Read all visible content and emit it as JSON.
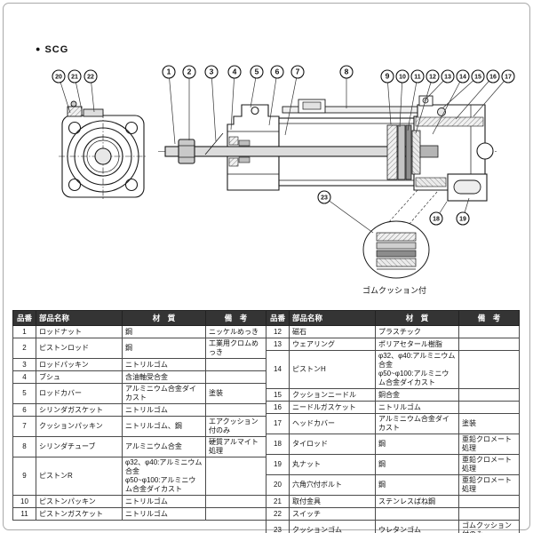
{
  "page": {
    "series_bullet": "●",
    "series_label": "SCG"
  },
  "colors": {
    "line": "#1a1a1a",
    "table_header_bg": "#343434",
    "table_header_text": "#ffffff",
    "metal_fill": "#dcdcdc"
  },
  "diagram": {
    "detail_caption": "ゴムクッション付",
    "callouts_front_view": [
      "20",
      "21",
      "22"
    ],
    "callouts_main_top": [
      "1",
      "2",
      "3",
      "4",
      "5",
      "6",
      "7",
      "8"
    ],
    "callouts_head_top": [
      "9",
      "10",
      "11",
      "12",
      "13",
      "14",
      "15",
      "16",
      "17"
    ],
    "callout_detail": "23",
    "callouts_bottom": [
      "18",
      "19"
    ]
  },
  "parts_table": {
    "headers": [
      "品番",
      "部品名称",
      "材　質",
      "備　考"
    ],
    "left_rows": [
      {
        "no": "1",
        "name": "ロッドナット",
        "material": "鋼",
        "remark": "ニッケルめっき"
      },
      {
        "no": "2",
        "name": "ピストンロッド",
        "material": "鋼",
        "remark": "工業用クロムめっき"
      },
      {
        "no": "3",
        "name": "ロッドパッキン",
        "material": "ニトリルゴム",
        "remark": ""
      },
      {
        "no": "4",
        "name": "ブシュ",
        "material": "含油軸受合金",
        "remark": ""
      },
      {
        "no": "5",
        "name": "ロッドカバー",
        "material": "アルミニウム合金ダイカスト",
        "remark": "塗装"
      },
      {
        "no": "6",
        "name": "シリンダガスケット",
        "material": "ニトリルゴム",
        "remark": ""
      },
      {
        "no": "7",
        "name": "クッションパッキン",
        "material": "ニトリルゴム、鋼",
        "remark": "エアクッション付のみ"
      },
      {
        "no": "8",
        "name": "シリンダチューブ",
        "material": "アルミニウム合金",
        "remark": "硬質アルマイト処理"
      },
      {
        "no": "9",
        "name": "ピストンR",
        "material": "φ32、φ40:アルミニウム合金\nφ50~φ100:アルミニウム合金ダイカスト",
        "remark": ""
      },
      {
        "no": "10",
        "name": "ピストンパッキン",
        "material": "ニトリルゴム",
        "remark": ""
      },
      {
        "no": "11",
        "name": "ピストンガスケット",
        "material": "ニトリルゴム",
        "remark": ""
      }
    ],
    "right_rows": [
      {
        "no": "12",
        "name": "磁石",
        "material": "プラスチック",
        "remark": ""
      },
      {
        "no": "13",
        "name": "ウェアリング",
        "material": "ポリアセタール樹脂",
        "remark": ""
      },
      {
        "no": "14",
        "name": "ピストンH",
        "material": "φ32、φ40:アルミニウム合金\nφ50~φ100:アルミニウム合金ダイカスト",
        "remark": ""
      },
      {
        "no": "15",
        "name": "クッションニードル",
        "material": "銅合金",
        "remark": ""
      },
      {
        "no": "16",
        "name": "ニードルガスケット",
        "material": "ニトリルゴム",
        "remark": ""
      },
      {
        "no": "17",
        "name": "ヘッドカバー",
        "material": "アルミニウム合金ダイカスト",
        "remark": "塗装"
      },
      {
        "no": "18",
        "name": "タイロッド",
        "material": "鋼",
        "remark": "亜鉛クロメート処理"
      },
      {
        "no": "19",
        "name": "丸ナット",
        "material": "鋼",
        "remark": "亜鉛クロメート処理"
      },
      {
        "no": "20",
        "name": "六角穴付ボルト",
        "material": "鋼",
        "remark": "亜鉛クロメート処理"
      },
      {
        "no": "21",
        "name": "取付金具",
        "material": "ステンレスばね鋼",
        "remark": ""
      },
      {
        "no": "22",
        "name": "スイッチ",
        "material": "",
        "remark": ""
      },
      {
        "no": "23",
        "name": "クッションゴム",
        "material": "ウレタンゴム",
        "remark": "ゴムクッション付のみ"
      }
    ]
  }
}
